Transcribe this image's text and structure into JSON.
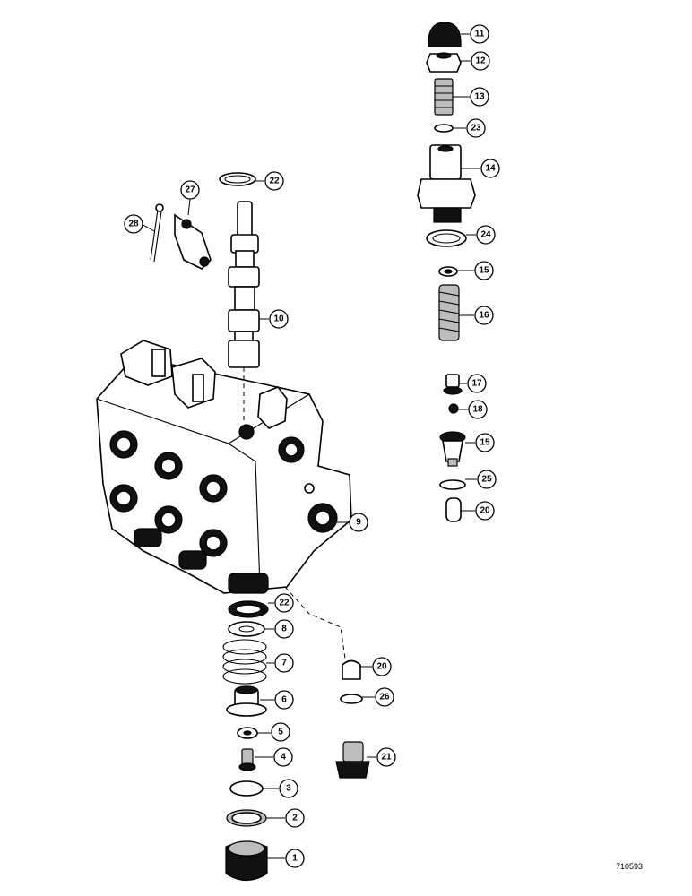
{
  "figure": {
    "number": "710593"
  },
  "callouts": [
    {
      "label": "1",
      "part": "dust-cap"
    },
    {
      "label": "2",
      "part": "retaining-ring"
    },
    {
      "label": "3",
      "part": "plug-disc"
    },
    {
      "label": "4",
      "part": "cap-screw"
    },
    {
      "label": "5",
      "part": "lock-washer"
    },
    {
      "label": "6",
      "part": "spring-seat"
    },
    {
      "label": "7",
      "part": "centering-spring"
    },
    {
      "label": "8",
      "part": "spring-washer"
    },
    {
      "label": "9",
      "part": "valve-body"
    },
    {
      "label": "10",
      "part": "spool"
    },
    {
      "label": "11",
      "part": "acorn-nut"
    },
    {
      "label": "12",
      "part": "jam-nut"
    },
    {
      "label": "13",
      "part": "adjusting-screw"
    },
    {
      "label": "23",
      "part": "o-ring-small"
    },
    {
      "label": "14",
      "part": "relief-valve-cap"
    },
    {
      "label": "24",
      "part": "gasket"
    },
    {
      "label": "15",
      "part": "spring-retainer"
    },
    {
      "label": "16",
      "part": "relief-spring"
    },
    {
      "label": "17",
      "part": "poppet"
    },
    {
      "label": "18",
      "part": "ball"
    },
    {
      "label": "15",
      "part": "seat"
    },
    {
      "label": "25",
      "part": "o-ring"
    },
    {
      "label": "20",
      "part": "plug"
    },
    {
      "label": "22",
      "part": "spool-seal-top"
    },
    {
      "label": "27",
      "part": "link"
    },
    {
      "label": "28",
      "part": "cotter-pin"
    },
    {
      "label": "22",
      "part": "spool-seal-bottom"
    },
    {
      "label": "20",
      "part": "check-plug"
    },
    {
      "label": "26",
      "part": "check-o-ring"
    },
    {
      "label": "21",
      "part": "port-plug"
    }
  ]
}
